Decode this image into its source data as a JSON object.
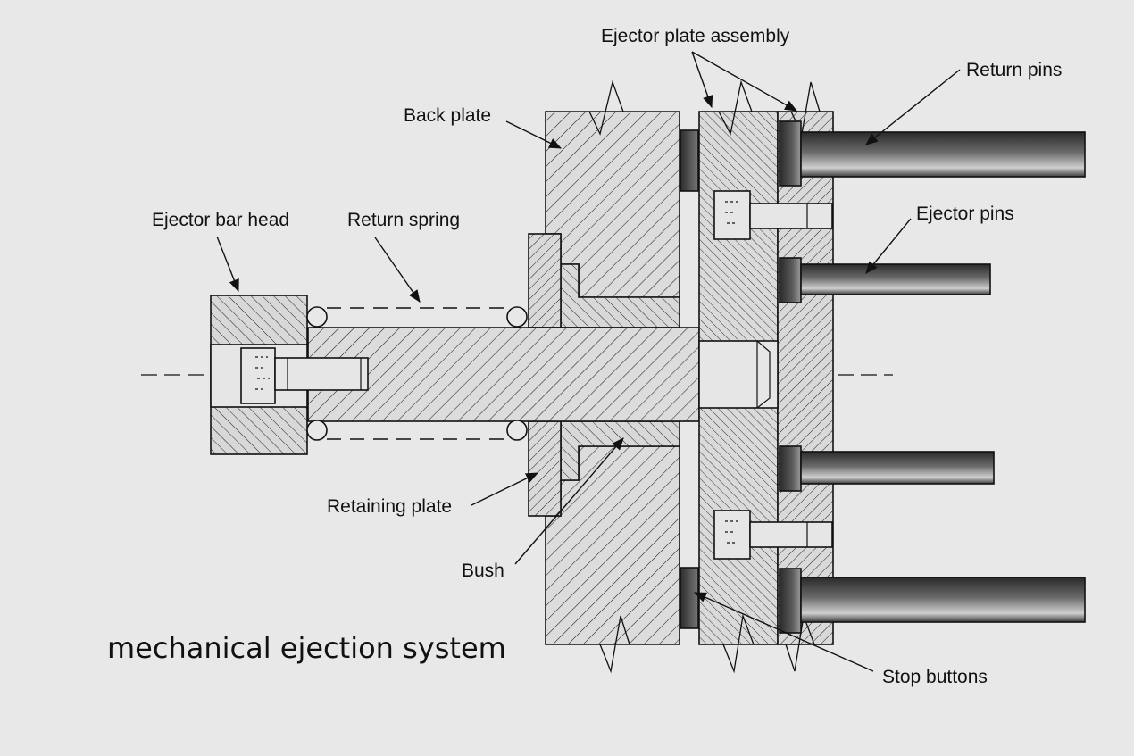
{
  "title": "mechanical ejection system",
  "labels": {
    "ejector_plate_assembly": "Ejector plate assembly",
    "return_pins": "Return pins",
    "back_plate": "Back plate",
    "ejector_bar_head": "Ejector bar head",
    "return_spring": "Return spring",
    "ejector_pins": "Ejector pins",
    "retaining_plate": "Retaining plate",
    "bush": "Bush",
    "stop_buttons": "Stop buttons"
  },
  "colors": {
    "background": "#e8e8e8",
    "part_fill": "#dcdcdc",
    "line": "#111111",
    "pin_dark": "#3a3a3a",
    "pin_light": "#f2f2f2"
  }
}
